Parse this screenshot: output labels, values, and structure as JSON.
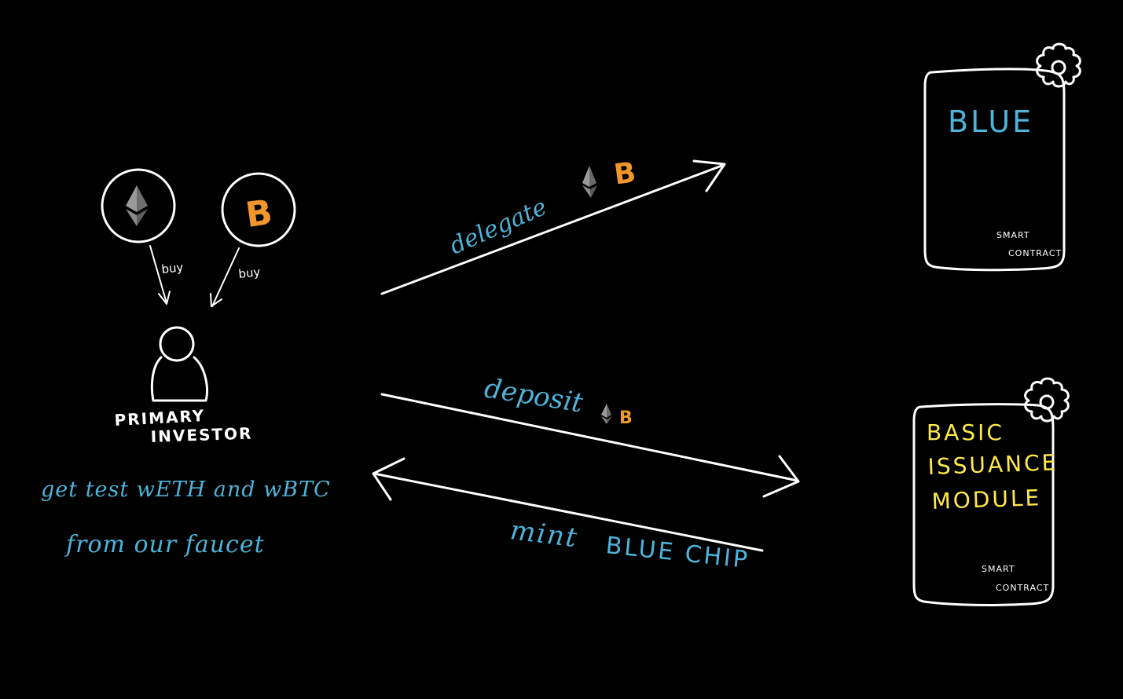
{
  "investor": {
    "role_line1": "PRIMARY",
    "role_line2": "INVESTOR",
    "buy_label_eth": "buy",
    "buy_label_btc": "buy"
  },
  "tokens": {
    "btc_symbol": "B",
    "eth_icon": "ethereum-icon",
    "btc_icon": "bitcoin-icon",
    "btc_color": "#f0962a",
    "eth_color": "#8c8c8c"
  },
  "faucet_note": {
    "line1": "get  test  wETH and wBTC",
    "line2": "from  our  faucet"
  },
  "flows": {
    "delegate_label": "delegate",
    "deposit_label": "deposit",
    "mint_label": "mint",
    "mint_token": "BLUE CHIP"
  },
  "contracts": {
    "blue": {
      "title": "BLUE",
      "footer_line1": "SMART",
      "footer_line2": "CONTRACT"
    },
    "issuance": {
      "title_line1": "BASIC",
      "title_line2": "ISSUANCE",
      "title_line3": "MODULE",
      "footer_line1": "SMART",
      "footer_line2": "CONTRACT"
    }
  },
  "colors": {
    "background": "#000000",
    "ink": "#ffffff",
    "accent_blue": "#4fb3d9",
    "accent_yellow": "#ffe94a"
  }
}
